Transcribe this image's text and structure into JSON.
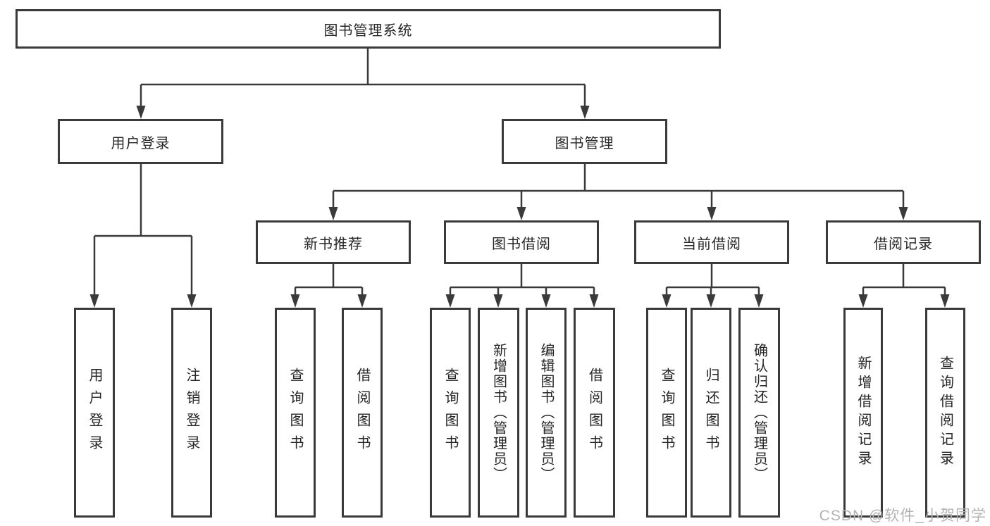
{
  "title": "图书管理系统",
  "colors": {
    "line": "#3a3a3a",
    "text": "#262626",
    "watermark": "#b2b2b2",
    "background": "#ffffff"
  },
  "nodes": {
    "root": "图书管理系统",
    "level2": [
      "用户登录",
      "图书管理"
    ],
    "level3": [
      "新书推荐",
      "图书借阅",
      "当前借阅",
      "借阅记录"
    ],
    "level4": [
      [
        "用户登录",
        "注销登录"
      ],
      [
        "查询图书",
        "借阅图书"
      ],
      [
        "查询图书",
        "新增图书（管理员）",
        "编辑图书（管理员）",
        "借阅图书"
      ],
      [
        "查询图书",
        "归还图书",
        "确认归还（管理员）"
      ],
      [
        "新增借阅记录",
        "查询借阅记录"
      ]
    ]
  },
  "watermark": "CSDN @软件_小贺同学"
}
